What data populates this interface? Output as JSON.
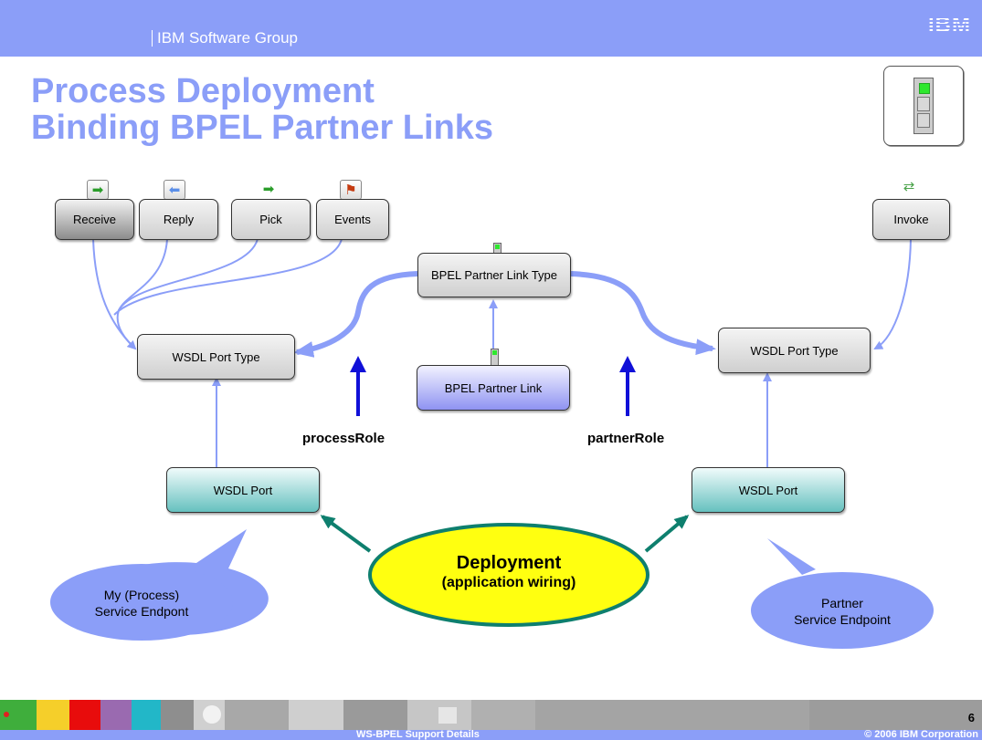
{
  "header": {
    "group": "IBM Software Group",
    "logo": "IBM"
  },
  "title": {
    "line1": "Process Deployment",
    "line2": "Binding BPEL Partner Links"
  },
  "activities": {
    "receive": "Receive",
    "reply": "Reply",
    "pick": "Pick",
    "events": "Events",
    "invoke": "Invoke"
  },
  "nodes": {
    "partner_link_type": "BPEL Partner Link Type",
    "partner_link": "BPEL Partner Link",
    "port_type_left": "WSDL Port Type",
    "port_type_right": "WSDL Port Type",
    "port_left": "WSDL Port",
    "port_right": "WSDL Port"
  },
  "roles": {
    "process": "processRole",
    "partner": "partnerRole"
  },
  "deployment": {
    "title": "Deployment",
    "subtitle": "(application wiring)"
  },
  "endpoints": {
    "mine_line1": "My (Process)",
    "mine_line2": "Service Endpont",
    "partner_line1": "Partner",
    "partner_line2": "Service Endpoint"
  },
  "footer": {
    "center": "WS-BPEL Support Details",
    "copyright": "© 2006 IBM Corporation",
    "page": "6"
  },
  "colors": {
    "header": "#8b9ef8",
    "connector": "#8b9ef8",
    "role_arrow": "#1010d8",
    "deploy_fill": "#ffff10",
    "deploy_border": "#0e7f6e",
    "bubble": "#8b9ef8"
  },
  "icons": {
    "receive": "green-right-arrow-icon",
    "reply": "blue-left-arrow-icon",
    "pick": "green-right-arrow-icon",
    "events": "red-flag-icon",
    "invoke": "blue-green-swap-arrow-icon",
    "indicator": "progress-indicator-icon"
  }
}
